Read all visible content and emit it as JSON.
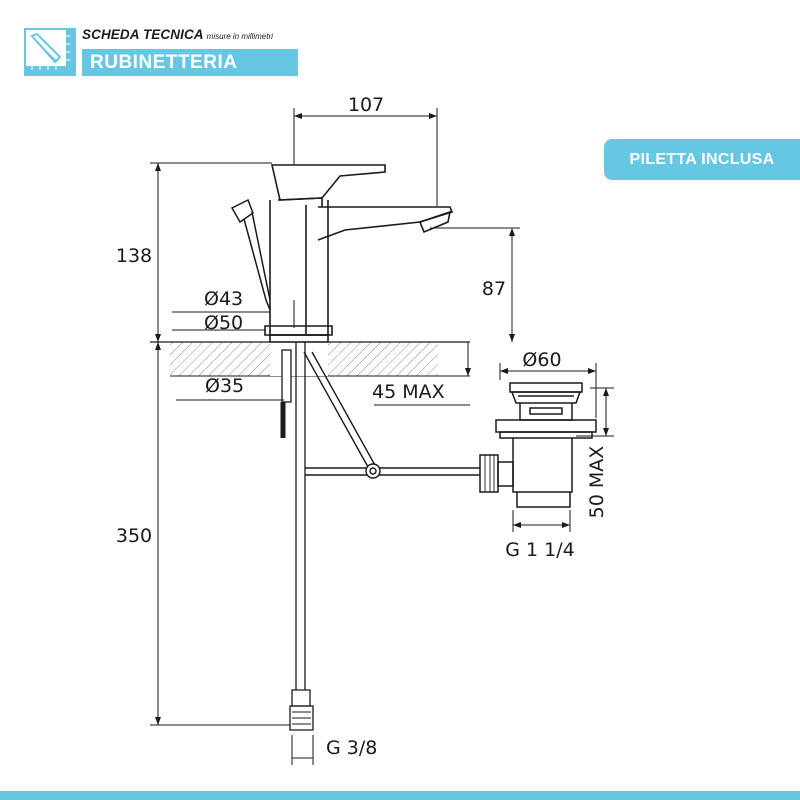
{
  "header": {
    "title": "SCHEDA TECNICA",
    "subtitle": "misure in millimetri",
    "section": "RUBINETTERIA",
    "logo_icon": "ruler-pencil-icon"
  },
  "badge": {
    "label": "PILETTA INCLUSA"
  },
  "dimensions": {
    "spout_reach": "107",
    "total_height": "138",
    "spout_height": "87",
    "base_diameter_43": "Ø43",
    "base_diameter_50": "Ø50",
    "hole_diameter": "Ø35",
    "deck_thickness": "45 MAX",
    "hose_length": "350",
    "hose_thread": "G 3/8",
    "drain_diameter": "Ø60",
    "drain_depth": "50 MAX",
    "drain_thread": "G 1 1/4"
  },
  "colors": {
    "accent": "#66c7e2",
    "line": "#1a1a1a"
  }
}
